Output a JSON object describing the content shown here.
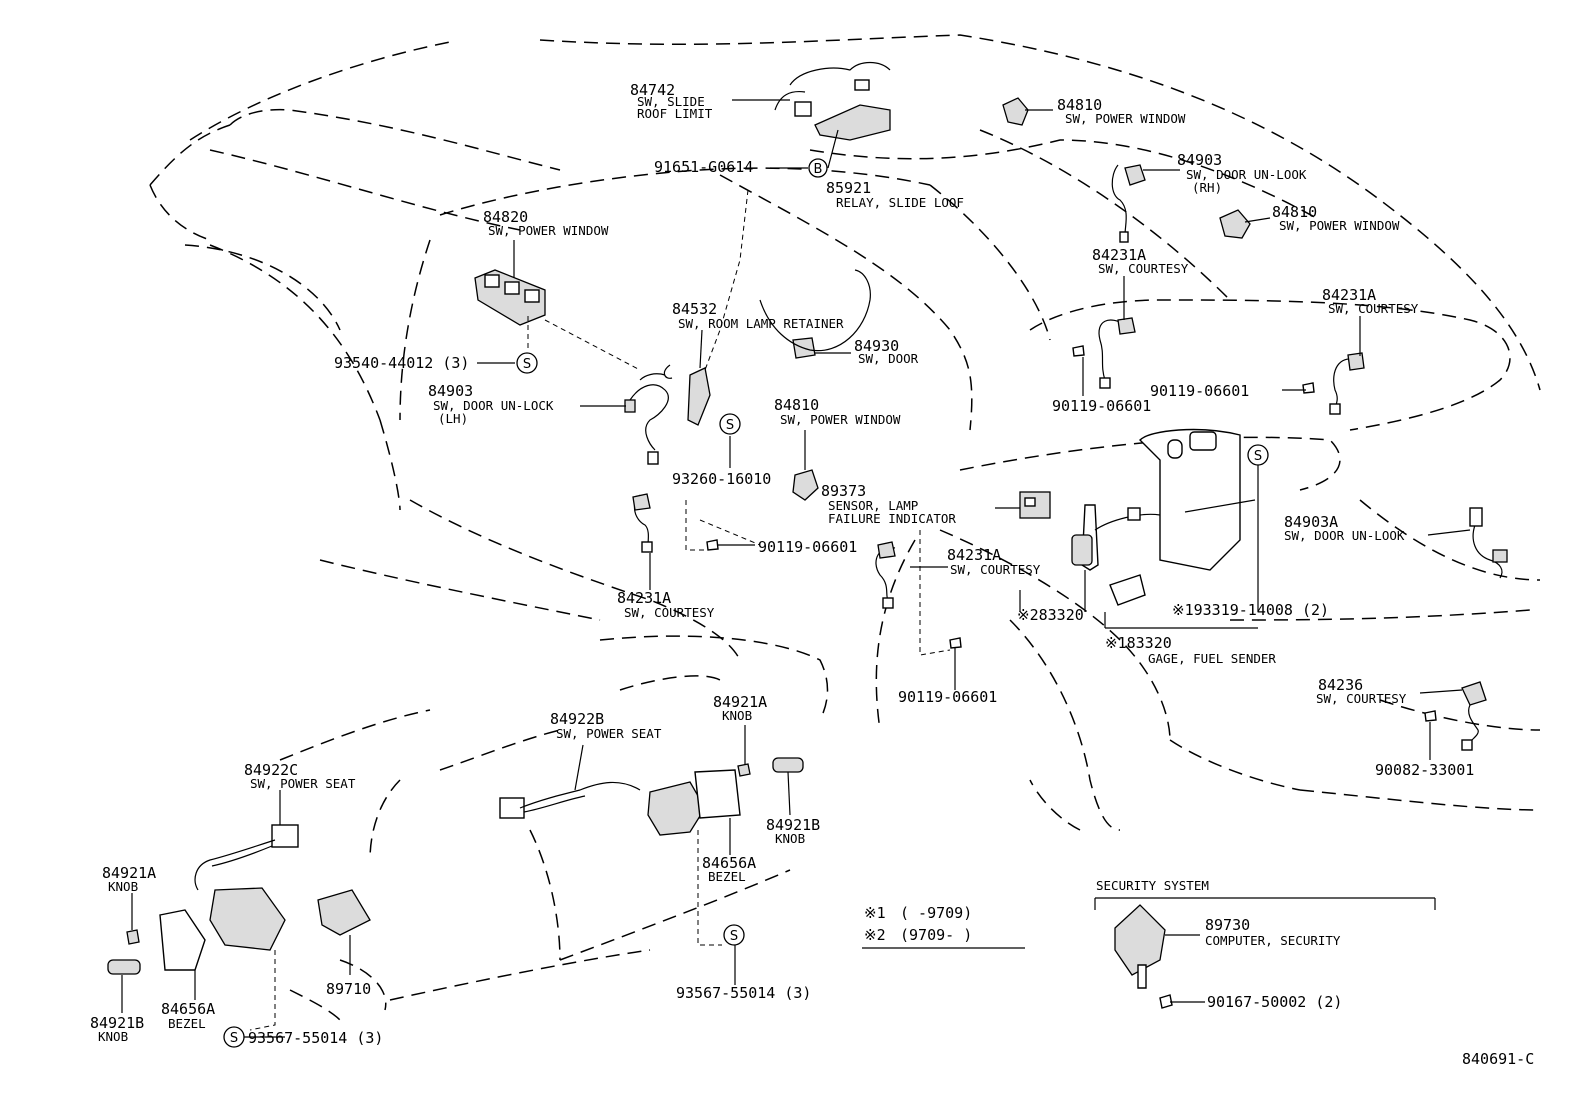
{
  "diagram_code": "840691-C",
  "callouts": {
    "c84742": {
      "part": "84742",
      "desc1": "SW, SLIDE",
      "desc2": "ROOF LIMIT"
    },
    "c91651": {
      "part": "91651-G0614"
    },
    "c85921": {
      "part": "85921",
      "desc": "RELAY, SLIDE LOOF"
    },
    "c84810a": {
      "part": "84810",
      "desc": "SW, POWER WINDOW"
    },
    "c84903rh": {
      "part": "84903",
      "desc1": "SW, DOOR UN-LOOK",
      "desc2": "(RH)"
    },
    "c84810b": {
      "part": "84810",
      "desc": "SW, POWER WINDOW"
    },
    "c84820": {
      "part": "84820",
      "desc": "SW, POWER WINDOW"
    },
    "c84231a_top": {
      "part": "84231A",
      "desc": "SW, COURTESY"
    },
    "c84231a_right": {
      "part": "84231A",
      "desc": "SW, COURTESY"
    },
    "c93540": {
      "part": "93540-44012 (3)"
    },
    "c84532": {
      "part": "84532",
      "desc": "SW, ROOM LAMP RETAINER"
    },
    "c84930": {
      "part": "84930",
      "desc": "SW, DOOR"
    },
    "c84903lh": {
      "part": "84903",
      "desc1": "SW, DOOR UN-LOCK",
      "desc2": "(LH)"
    },
    "c90119_a": {
      "part": "90119-06601"
    },
    "c90119_b": {
      "part": "90119-06601"
    },
    "c84810c": {
      "part": "84810",
      "desc": "SW, POWER WINDOW"
    },
    "c93260": {
      "part": "93260-16010"
    },
    "c89373": {
      "part": "89373",
      "desc1": "SENSOR, LAMP",
      "desc2": "FAILURE INDICATOR"
    },
    "c84903a": {
      "part": "84903A",
      "desc": "SW, DOOR UN-LOOK"
    },
    "c90119_c": {
      "part": "90119-06601"
    },
    "c84231a_mid": {
      "part": "84231A",
      "desc": "SW, COURTESY"
    },
    "c83320_2": {
      "part": "※283320"
    },
    "c93319": {
      "part": "※193319-14008 (2)"
    },
    "c83320_1": {
      "part": "※183320",
      "desc": "GAGE, FUEL SENDER"
    },
    "c84231a_left": {
      "part": "84231A",
      "desc": "SW, COURTESY"
    },
    "c90119_d": {
      "part": "90119-06601"
    },
    "c84236": {
      "part": "84236",
      "desc": "SW, COURTESY"
    },
    "c90082": {
      "part": "90082-33001"
    },
    "c84922b": {
      "part": "84922B",
      "desc": "SW, POWER SEAT"
    },
    "c84921a_r": {
      "part": "84921A",
      "desc": "KNOB"
    },
    "c84922c": {
      "part": "84922C",
      "desc": "SW, POWER SEAT"
    },
    "c84921b_r": {
      "part": "84921B",
      "desc": "KNOB"
    },
    "c84656a_r": {
      "part": "84656A",
      "desc": "BEZEL"
    },
    "c84921a_l": {
      "part": "84921A",
      "desc": "KNOB"
    },
    "c89710": {
      "part": "89710"
    },
    "c84656a_l": {
      "part": "84656A",
      "desc": "BEZEL"
    },
    "c84921b_l": {
      "part": "84921B",
      "desc": "KNOB"
    },
    "c93567_a": {
      "part": "93567-55014 (3)"
    },
    "c93567_b": {
      "part": "93567-55014 (3)"
    },
    "c90167": {
      "part": "90167-50002 (2)"
    },
    "c89730": {
      "part": "89730",
      "desc": "COMPUTER, SECURITY"
    }
  },
  "security_system": {
    "title": "SECURITY SYSTEM"
  },
  "notes": {
    "n1_mark": "※1",
    "n1_range": "(      -9709)",
    "n2_mark": "※2",
    "n2_range": "(9709-      )"
  },
  "symbols": {
    "s": "S",
    "b": "B"
  }
}
